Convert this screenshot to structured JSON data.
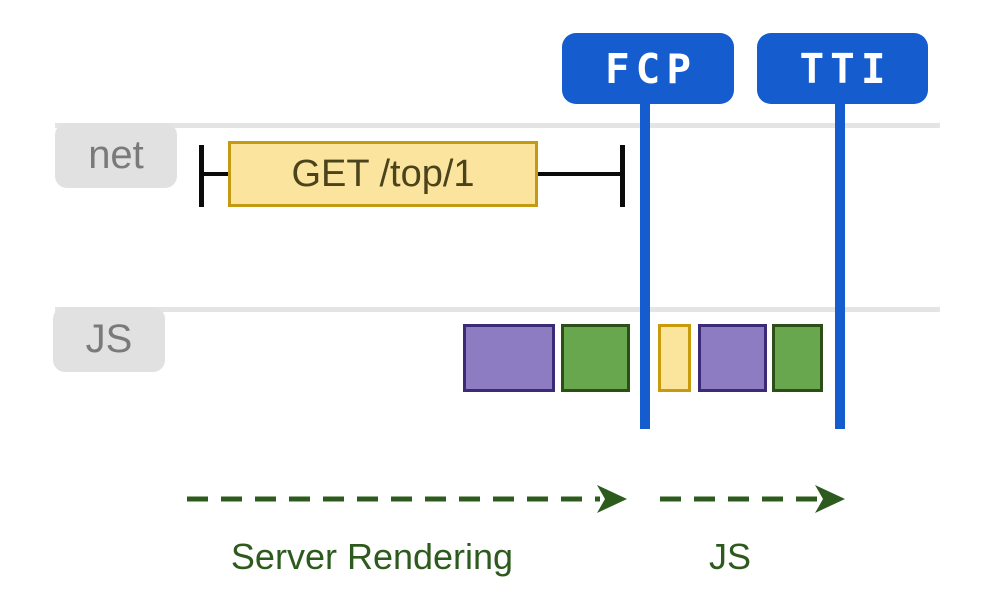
{
  "markers": [
    {
      "id": "fcp",
      "label": "FCP"
    },
    {
      "id": "tti",
      "label": "TTI"
    }
  ],
  "tracks": [
    {
      "id": "net",
      "label": "net",
      "request": {
        "label": "GET /top/1"
      }
    },
    {
      "id": "js",
      "label": "JS",
      "blocks": [
        {
          "color": "purple"
        },
        {
          "color": "green"
        },
        {
          "color": "yellow"
        },
        {
          "color": "purple"
        },
        {
          "color": "green"
        }
      ]
    }
  ],
  "phases": [
    {
      "id": "server-rendering",
      "label": "Server Rendering"
    },
    {
      "id": "js",
      "label": "JS"
    }
  ],
  "colors": {
    "marker_blue": "#155CCE",
    "track_gray": "#E4E4E4",
    "label_gray_bg": "#E1E1E1",
    "label_gray_text": "#7A7A7A",
    "request_yellow_fill": "#FBE49E",
    "request_gold_border": "#C49A12",
    "js_purple_fill": "#8E7CC3",
    "js_purple_border": "#3B2A76",
    "js_green_fill": "#69A74F",
    "js_green_border": "#2C4E17",
    "phase_dark_green": "#2D5B1E"
  }
}
